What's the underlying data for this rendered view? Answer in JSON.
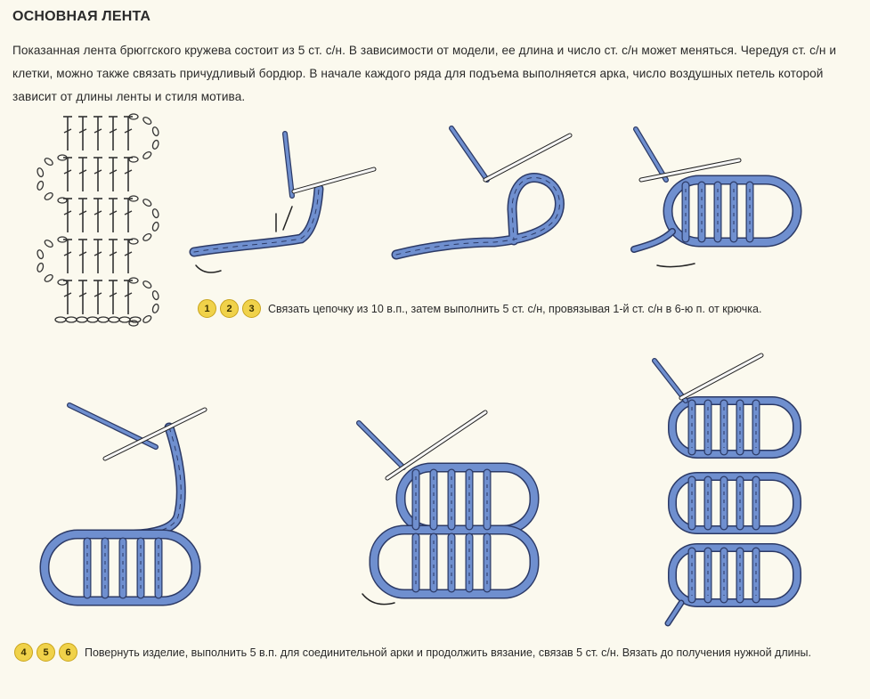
{
  "page": {
    "title": "ОСНОВНАЯ ЛЕНТА",
    "intro": "Показанная лента брюггского кружева состоит из 5 ст. с/н. В зависимости от модели, ее длина и число ст. с/н может меняться. Чередуя ст. с/н и клетки, можно также связать причудливый бордюр. В начале каждого ряда для подъема выполняется арка, число воздушных петель которой зависит от длины ленты и стиля мотива."
  },
  "steps_top": {
    "badges": [
      "1",
      "2",
      "3"
    ],
    "caption": "Связать цепочку из 10 в.п., затем выполнить 5 ст. с/н, провязывая 1-й ст. с/н в 6-ю п. от крючка."
  },
  "steps_bottom": {
    "badges": [
      "4",
      "5",
      "6"
    ],
    "caption": "Повернуть изделие, выполнить 5 в.п. для соединительной арки и продолжить вязание, связав 5 ст. с/н. Вязать до получения нужной длины."
  },
  "colors": {
    "yarn": "#6f8fcf",
    "yarn_dark": "#2c3a66",
    "badge": "#f0d24a",
    "background": "#fbf9ee"
  }
}
